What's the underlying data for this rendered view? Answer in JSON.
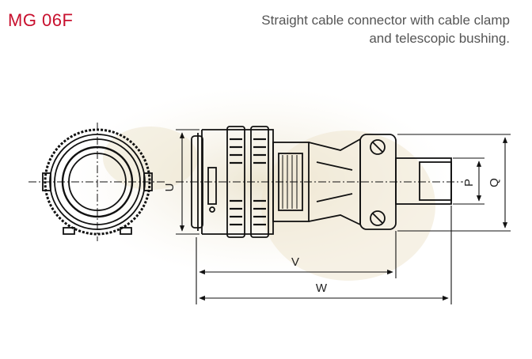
{
  "header": {
    "model_code": "MG 06F",
    "description_line1": "Straight cable connector with cable clamp",
    "description_line2": "and telescopic bushing.",
    "accent_color": "#c8102e"
  },
  "dimensions": {
    "u": "U",
    "v": "V",
    "w": "W",
    "p": "P",
    "q": "Q"
  }
}
